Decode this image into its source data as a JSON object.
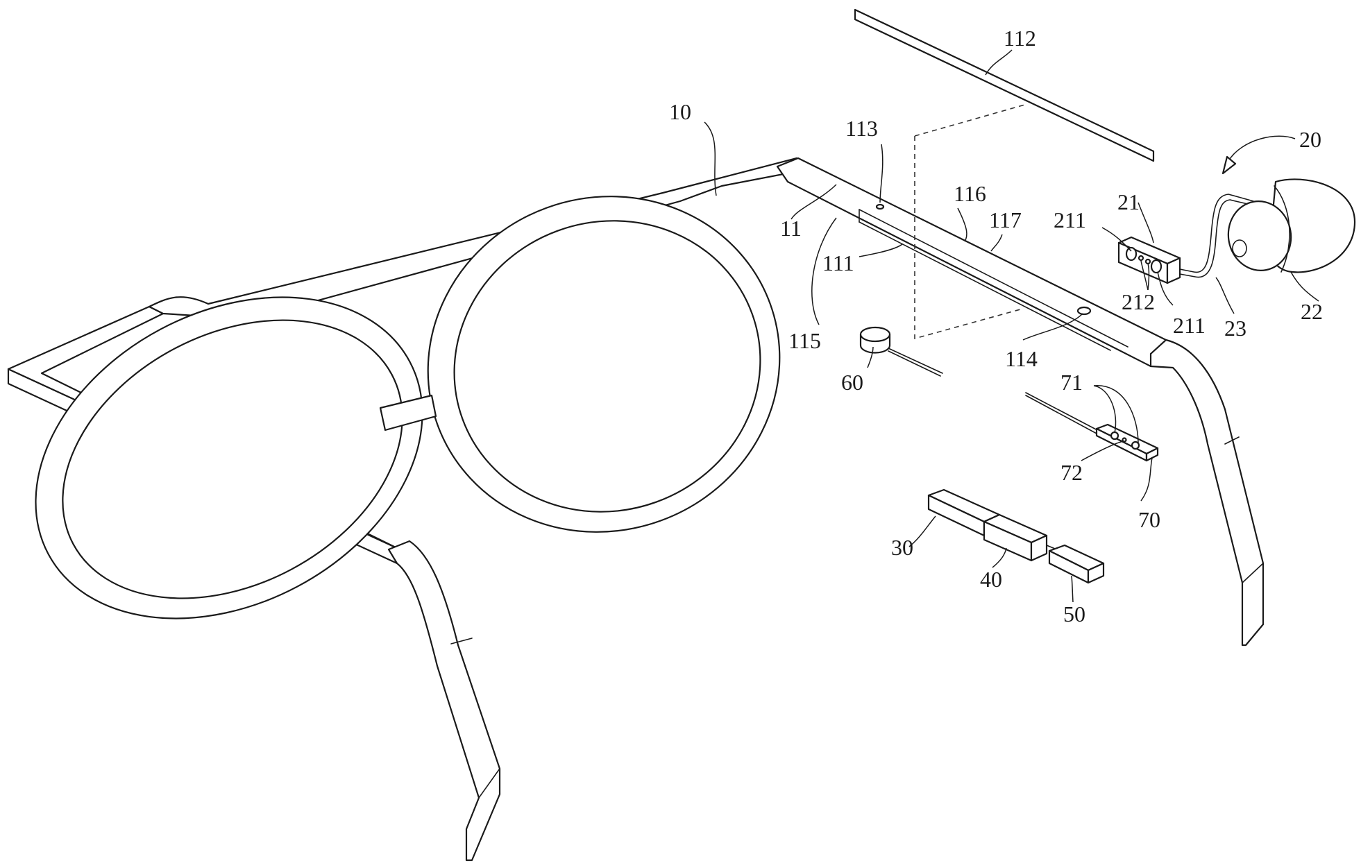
{
  "colors": {
    "line": "#1a1a1a",
    "background": "#ffffff"
  },
  "labels": {
    "n10": "10",
    "n11": "11",
    "n111": "111",
    "n112": "112",
    "n113": "113",
    "n114": "114",
    "n115": "115",
    "n116": "116",
    "n117": "117",
    "n20": "20",
    "n21": "21",
    "n211a": "211",
    "n211b": "211",
    "n212": "212",
    "n22": "22",
    "n23": "23",
    "n30": "30",
    "n40": "40",
    "n50": "50",
    "n60": "60",
    "n70": "70",
    "n71": "71",
    "n72": "72"
  }
}
